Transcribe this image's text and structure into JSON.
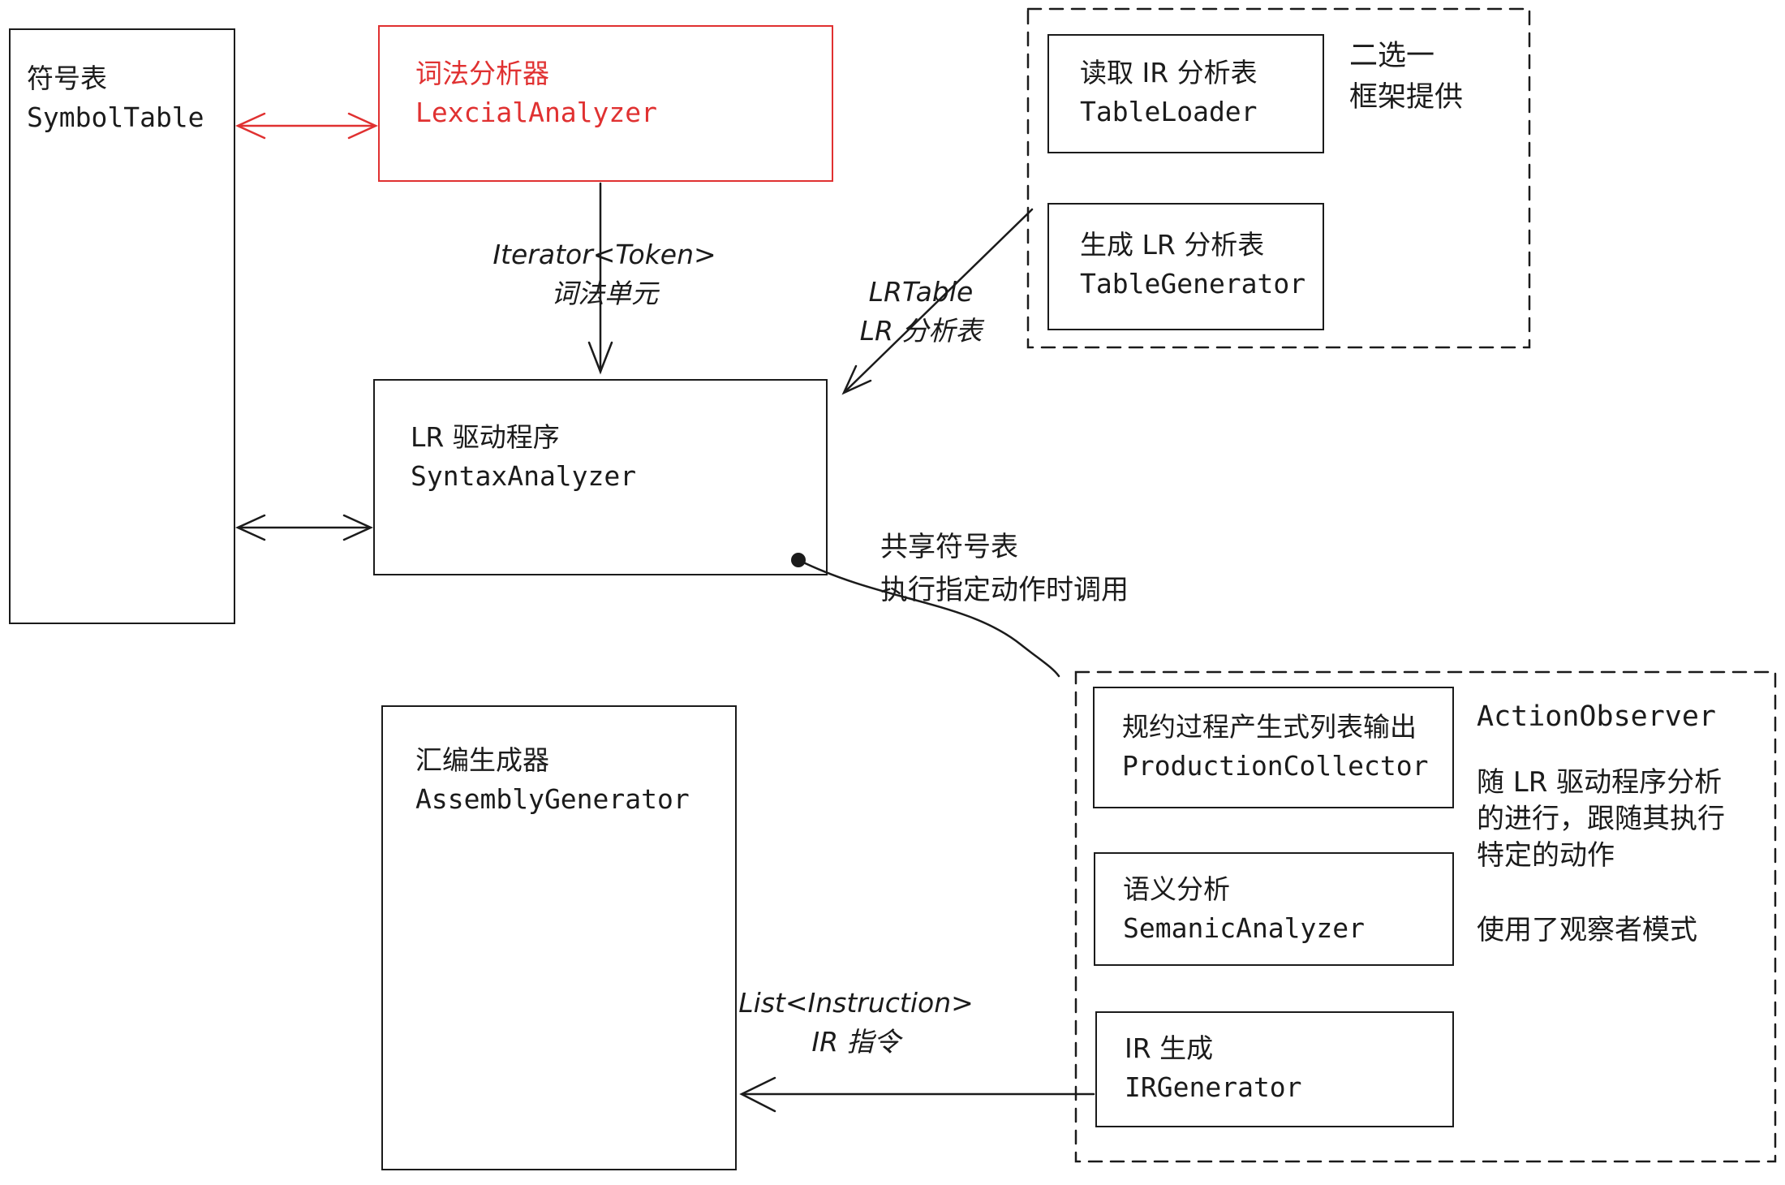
{
  "colors": {
    "stroke": "#1b1b1b",
    "accent_red": "#e03131",
    "background": "#ffffff"
  },
  "boxes": {
    "symbol_table": {
      "zh": "符号表",
      "code": "SymbolTable"
    },
    "lexical_analyzer": {
      "zh": "词法分析器",
      "code": "LexcialAnalyzer"
    },
    "table_loader": {
      "zh": "读取 IR 分析表",
      "code": "TableLoader"
    },
    "table_generator": {
      "zh": "生成 LR 分析表",
      "code": "TableGenerator"
    },
    "syntax_analyzer": {
      "zh": "LR 驱动程序",
      "code": "SyntaxAnalyzer"
    },
    "assembly_generator": {
      "zh": "汇编生成器",
      "code": "AssemblyGenerator"
    },
    "production_collector": {
      "zh": "规约过程产生式列表输出",
      "code": "ProductionCollector"
    },
    "semantic_analyzer": {
      "zh": "语义分析",
      "code": "SemanicAnalyzer"
    },
    "ir_generator": {
      "zh": "IR 生成",
      "code": "IRGenerator"
    }
  },
  "labels": {
    "choose_one": [
      "二选一",
      "框架提供"
    ],
    "iterator_token": [
      "Iterator<Token>",
      "词法单元"
    ],
    "lr_table": [
      "LRTable",
      "LR 分析表"
    ],
    "share_symbol": [
      "共享符号表",
      "执行指定动作时调用"
    ],
    "list_instruction": [
      "List<Instruction>",
      "IR 指令"
    ],
    "action_observer": {
      "title": "ActionObserver",
      "desc": [
        "随 LR 驱动程序分析",
        "的进行，跟随其执行",
        "特定的动作"
      ],
      "note": "使用了观察者模式"
    }
  }
}
